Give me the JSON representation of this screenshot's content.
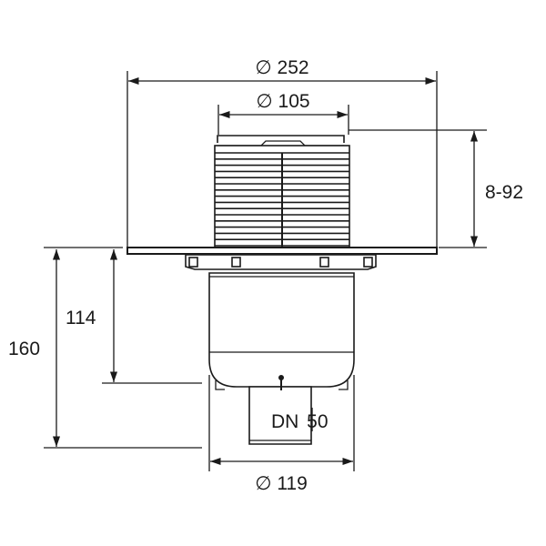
{
  "dimensions": {
    "flange_diameter": "∅ 252",
    "top_diameter": "∅ 105",
    "height_adjust": "8-92",
    "body_depth": "114",
    "total_depth": "160",
    "body_diameter": "∅ 119",
    "outlet": "DN 50"
  }
}
